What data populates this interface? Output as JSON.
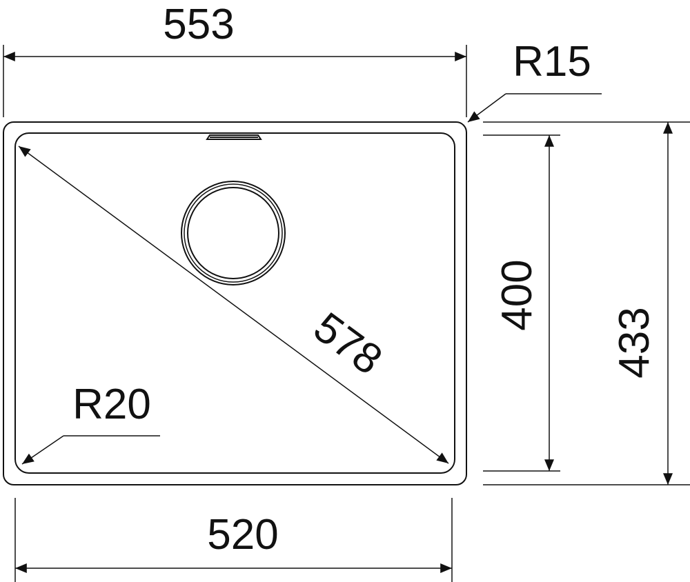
{
  "drawing": {
    "overall_width": "553",
    "inner_width": "520",
    "overall_depth": "433",
    "inner_depth": "400",
    "diagonal": "578",
    "outer_radius": "R15",
    "inner_radius": "R20"
  },
  "colors": {
    "line": "#111111",
    "background": "#ffffff"
  }
}
